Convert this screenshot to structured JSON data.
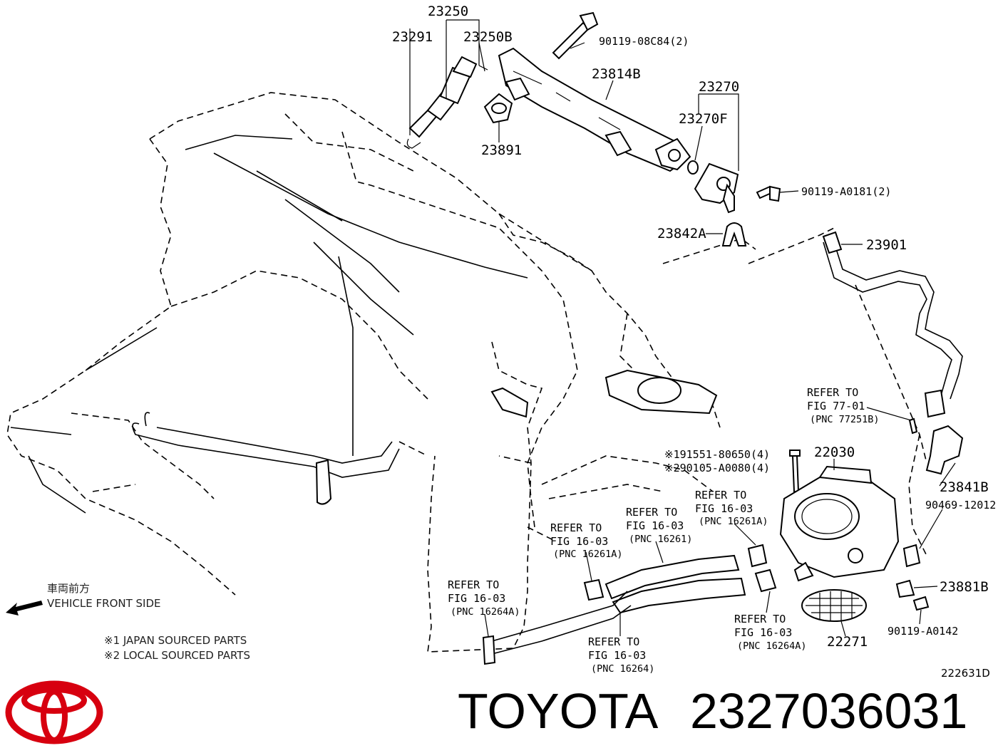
{
  "parts": {
    "p23250": "23250",
    "p23291": "23291",
    "p23250b": "23250B",
    "p90119_08c84": "90119-08C84(2)",
    "p23814b": "23814B",
    "p23270": "23270",
    "p23270f": "23270F",
    "p23891": "23891",
    "p90119_a0181": "90119-A0181(2)",
    "p23842a": "23842A",
    "p23901": "23901",
    "p191551": "※191551-80650(4)",
    "p290105": "※290105-A0080(4)",
    "p22030": "22030",
    "p23841b": "23841B",
    "p90469": "90469-12012",
    "p23881b": "23881B",
    "p90119_a0142": "90119-A0142",
    "p22271": "22271"
  },
  "refs": {
    "r77_line1": "REFER TO",
    "r77_line2": "FIG 77-01",
    "r77_pnc": "(PNC 77251B)",
    "r16261a_top_line1": "REFER TO",
    "r16261a_top_line2": "FIG 16-03",
    "r16261a_top_pnc": "(PNC 16261A)",
    "r16261_line1": "REFER TO",
    "r16261_line2": "FIG 16-03",
    "r16261_pnc": "(PNC 16261)",
    "r16261a_left_line1": "REFER TO",
    "r16261a_left_line2": "FIG 16-03",
    "r16261a_left_pnc": "(PNC 16261A)",
    "r16264a_left_line1": "REFER TO",
    "r16264a_left_line2": "FIG 16-03",
    "r16264a_left_pnc": "(PNC 16264A)",
    "r16264_line1": "REFER TO",
    "r16264_line2": "FIG 16-03",
    "r16264_pnc": "(PNC 16264)",
    "r16264a_right_line1": "REFER TO",
    "r16264a_right_line2": "FIG 16-03",
    "r16264a_right_pnc": "(PNC 16264A)"
  },
  "legend": {
    "direction_jp": "車両前方",
    "direction_en": "VEHICLE FRONT SIDE",
    "note1": "※1 JAPAN SOURCED PARTS",
    "note2": "※2 LOCAL SOURCED PARTS"
  },
  "figure_code": "222631D",
  "brand": {
    "name": "TOYOTA",
    "part_number": "2327036031",
    "logo_color": "#d7000f"
  }
}
